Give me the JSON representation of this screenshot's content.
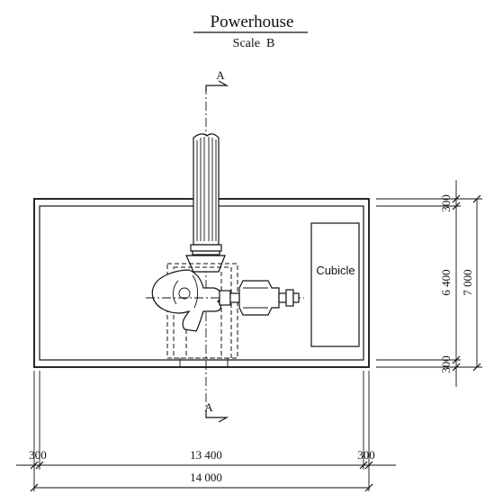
{
  "title": "Powerhouse",
  "subtitle": "Scale  B",
  "section_marker": "A",
  "room_label": "Cubicle",
  "dimensions": {
    "horizontal": {
      "left_wall": "300",
      "interior": "13 400",
      "right_wall": "300",
      "overall": "14 000"
    },
    "vertical": {
      "top_wall": "300",
      "interior": "6 400",
      "bottom_wall": "300",
      "overall": "7 000"
    }
  }
}
